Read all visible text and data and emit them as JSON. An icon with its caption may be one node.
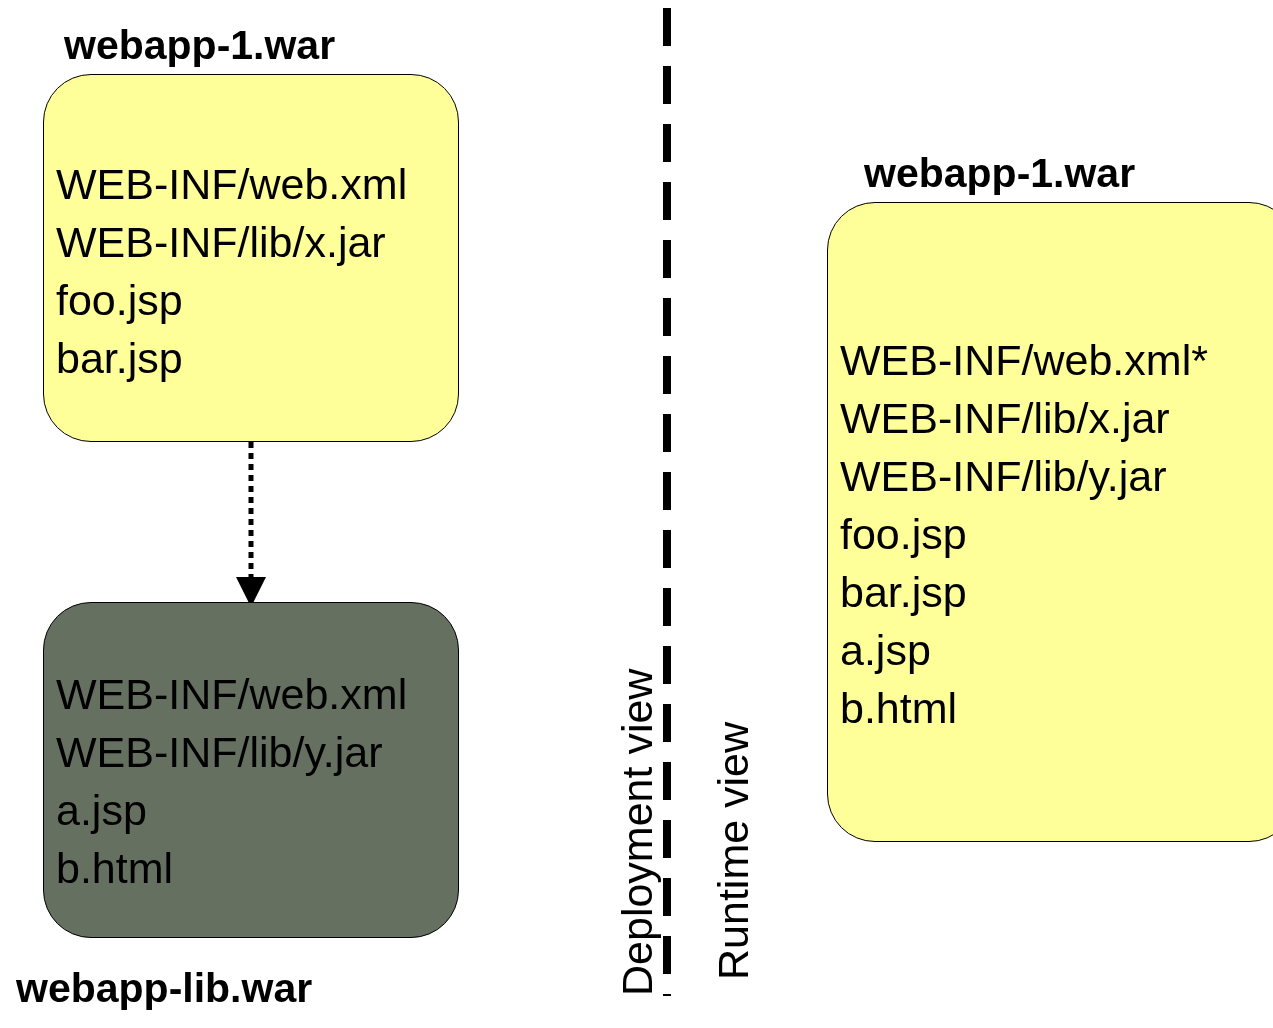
{
  "diagram": {
    "nodes": [
      {
        "text": [
          "webapp-1.war",
          "WEB-INF/web.xml",
          "WEB-INF/lib/x.jar",
          "foo.jsp",
          "bar.jsp"
        ]
      },
      {
        "text": [
          "WEB-INF/web.xml",
          "WEB-INF/lib/y.jar",
          "a.jsp",
          "b.html",
          "webapp-lib.war"
        ]
      },
      {
        "text": [
          "webapp-1.war",
          "WEB-INF/web.xml*",
          "WEB-INF/lib/x.jar",
          "WEB-INF/lib/y.jar",
          "foo.jsp",
          "bar.jsp",
          "a.jsp",
          "b.html"
        ]
      }
    ],
    "edges": [
      {
        "from": 0,
        "to": 1,
        "arrow": "to",
        "style": "dashed"
      }
    ],
    "labels": [
      "Deployment view",
      "Runtime view"
    ]
  }
}
